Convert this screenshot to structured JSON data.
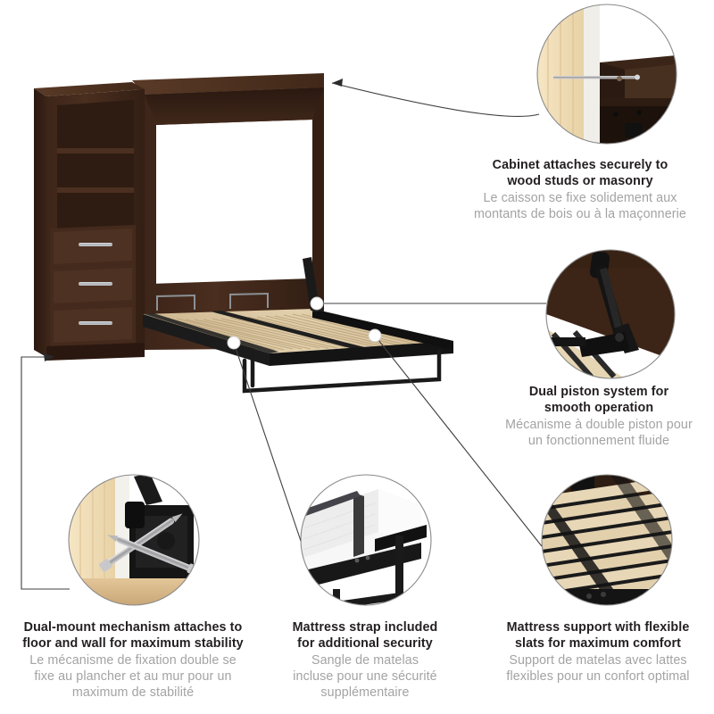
{
  "product": {
    "name": "murphy-wall-bed-with-storage-tower",
    "description": "Dark espresso Murphy wall bed shown folded open with an attached left storage tower containing two open shelves and three drawers, and a black metal slat bed platform",
    "finish_color": "#3a2419",
    "finish_dark": "#2c1a12",
    "finish_light": "#4e3224",
    "slat_color": "#ddc9a6",
    "metal_color": "#1c1c1c",
    "drawer_pull_color": "#b9bcc0",
    "drawer_count": 3,
    "shelf_count": 2
  },
  "colors": {
    "background": "#ffffff",
    "text_primary": "#231f20",
    "text_secondary": "#a3a3a3",
    "leader_line": "#3f3f3f",
    "circle_stroke": "#7c7c7c",
    "dot_fill": "#ffffff",
    "wood_stud": "#f0dcb4",
    "wall_white": "#f2f1ec",
    "mattress_white": "#f4f4f4",
    "floor_wood": "#d8b98a"
  },
  "callouts": [
    {
      "id": "cabinet-attaches",
      "photo": "wood-stud-screw-anchor-photo",
      "photo_description": "Close-up of a long screw anchoring the dark cabinet into a light wood stud wall",
      "title_en": [
        "Cabinet attaches securely to",
        "wood studs or masonry"
      ],
      "title_fr": [
        "Le caisson se fixe solidement aux",
        "montants de bois ou à la maçonnerie"
      ]
    },
    {
      "id": "dual-piston",
      "photo": "dual-piston-mechanism-photo",
      "photo_description": "Black dual piston arm mounted against dark wood panel above light bed slats",
      "title_en": [
        "Dual piston system for",
        "smooth operation"
      ],
      "title_fr": [
        "Mécanisme à double piston pour",
        "un fonctionnement fluide"
      ]
    },
    {
      "id": "dual-mount",
      "photo": "floor-wall-screw-bracket-photo",
      "photo_description": "Two large silver screws fixing a black bracket to the wood floor and white wall",
      "title_en": [
        "Dual-mount mechanism attaches to",
        "floor and wall for maximum stability"
      ],
      "title_fr": [
        "Le mécanisme de fixation double se",
        "fixe au plancher et au mur pour un",
        "maximum de stabilité"
      ]
    },
    {
      "id": "mattress-strap",
      "photo": "mattress-strap-photo",
      "photo_description": "White mattress held by a dark strap on a black metal bed frame",
      "title_en": [
        "Mattress strap included",
        "for additional security"
      ],
      "title_fr": [
        "Sangle de matelas",
        "incluse pour une sécurité",
        "supplémentaire"
      ]
    },
    {
      "id": "mattress-slats",
      "photo": "flexible-wood-slats-photo",
      "photo_description": "Rows of light wood flexible slats across a black metal bed platform",
      "title_en": [
        "Mattress support with flexible",
        "slats for maximum comfort"
      ],
      "title_fr": [
        "Support de matelas avec lattes",
        "flexibles pour un confort optimal"
      ]
    }
  ]
}
